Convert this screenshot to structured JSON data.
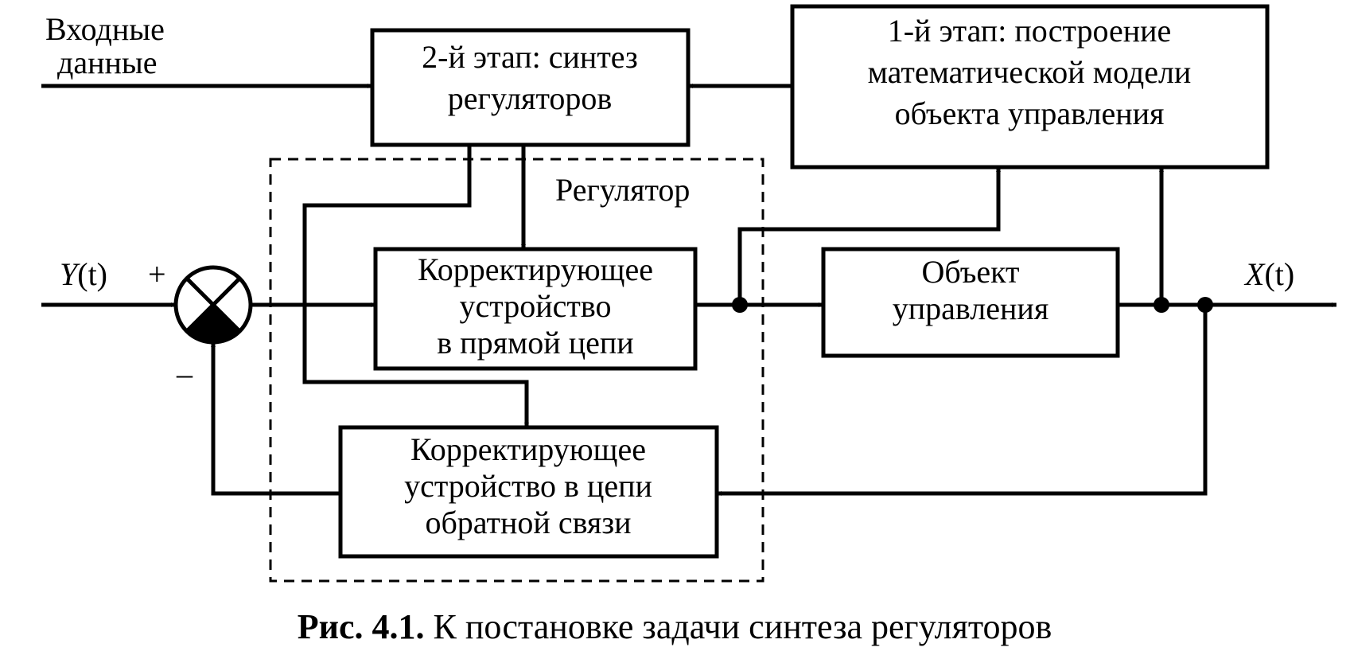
{
  "input_label": [
    "Входные",
    "данные"
  ],
  "stage2": [
    "2-й этап: синтез",
    "регуляторов"
  ],
  "stage1": [
    "1-й этап: построение",
    "математической модели",
    "объекта управления"
  ],
  "regulator_label": "Регулятор",
  "forward_corrector": [
    "Корректирующее",
    "устройство",
    "в прямой цепи"
  ],
  "feedback_corrector": [
    "Корректирующее",
    "устройство в  цепи",
    "обратной связи"
  ],
  "plant": [
    "Объект",
    "управления"
  ],
  "input_signal": {
    "name": "Y",
    "arg": "(t)"
  },
  "output_signal": {
    "name": "X",
    "arg": "(t)"
  },
  "plus_sign": "+",
  "minus_sign": "–",
  "caption": {
    "number": "Рис. 4.1.",
    "text": " К постановке задачи синтеза регуляторов"
  }
}
